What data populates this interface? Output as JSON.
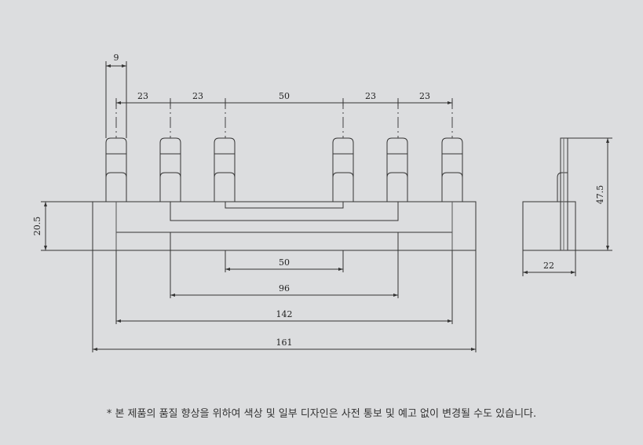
{
  "front_view": {
    "dim_9": "9",
    "dim_23_a": "23",
    "dim_23_b": "23",
    "dim_50_top": "50",
    "dim_23_c": "23",
    "dim_23_d": "23",
    "dim_20_5": "20.5",
    "dim_50_bottom": "50",
    "dim_96": "96",
    "dim_142": "142",
    "dim_161": "161"
  },
  "side_view": {
    "dim_47_5": "47.5",
    "dim_22": "22"
  },
  "footnote": "* 본 제품의 품질 향상을 위하여 색상 및 일부 디자인은 사전 통보 및 예고 없이 변경될 수도 있습니다."
}
